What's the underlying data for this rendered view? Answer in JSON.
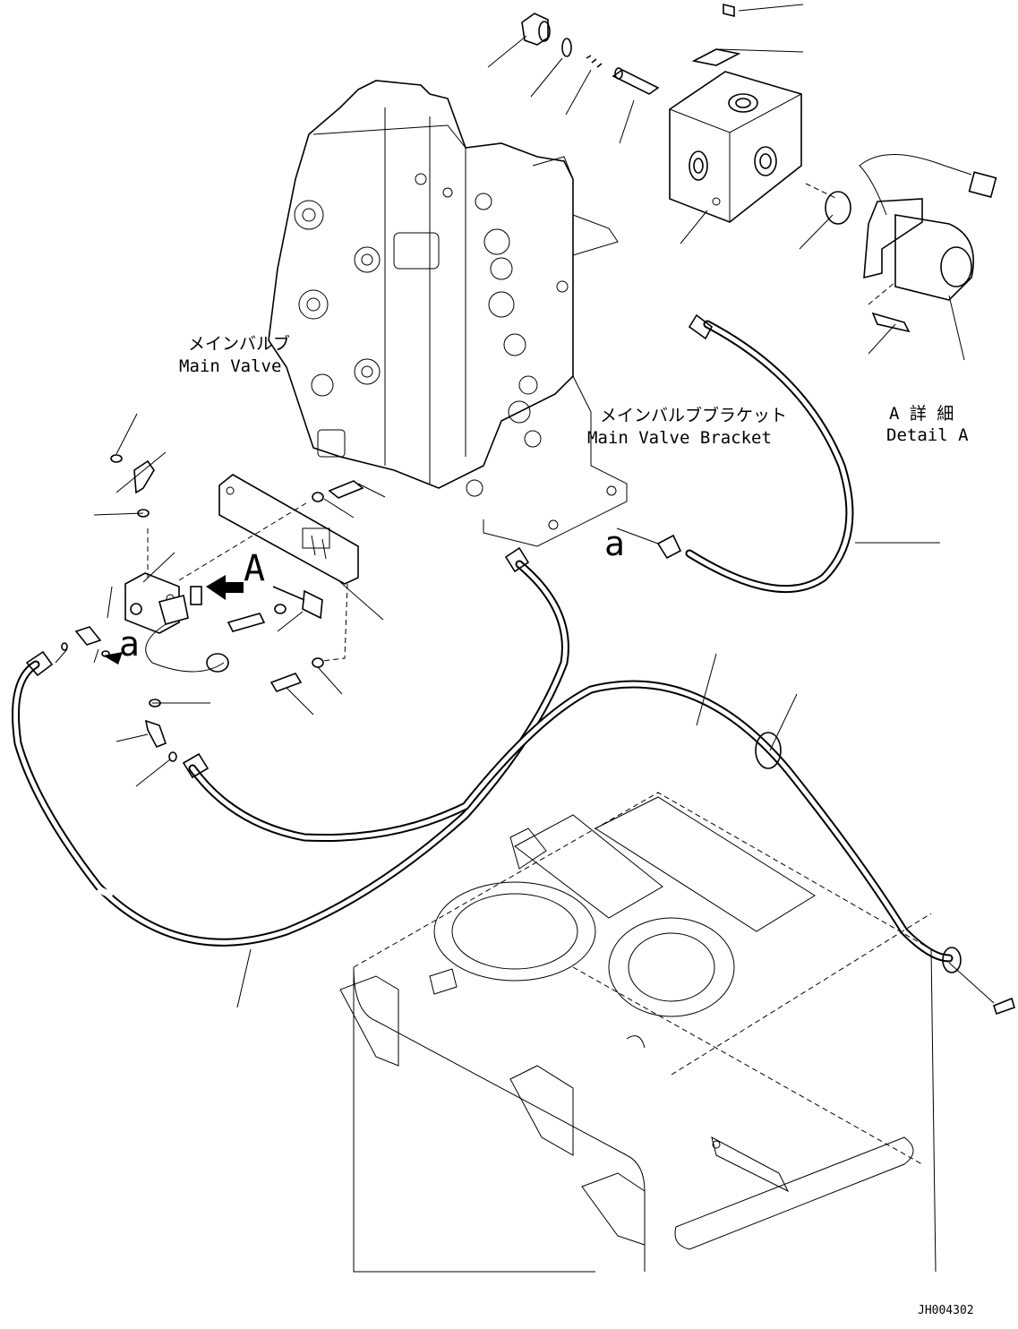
{
  "labels": {
    "main_valve_jp": "メインバルブ",
    "main_valve_en": "Main Valve",
    "bracket_jp": "メインバルブブラケット",
    "bracket_en": "Main Valve Bracket",
    "detail_jp": "A 詳 細",
    "detail_en": "Detail A",
    "view_a": "A",
    "mark_a": "a",
    "drawing_no": "JH004302"
  },
  "colors": {
    "line": "#000000",
    "background": "#ffffff"
  }
}
